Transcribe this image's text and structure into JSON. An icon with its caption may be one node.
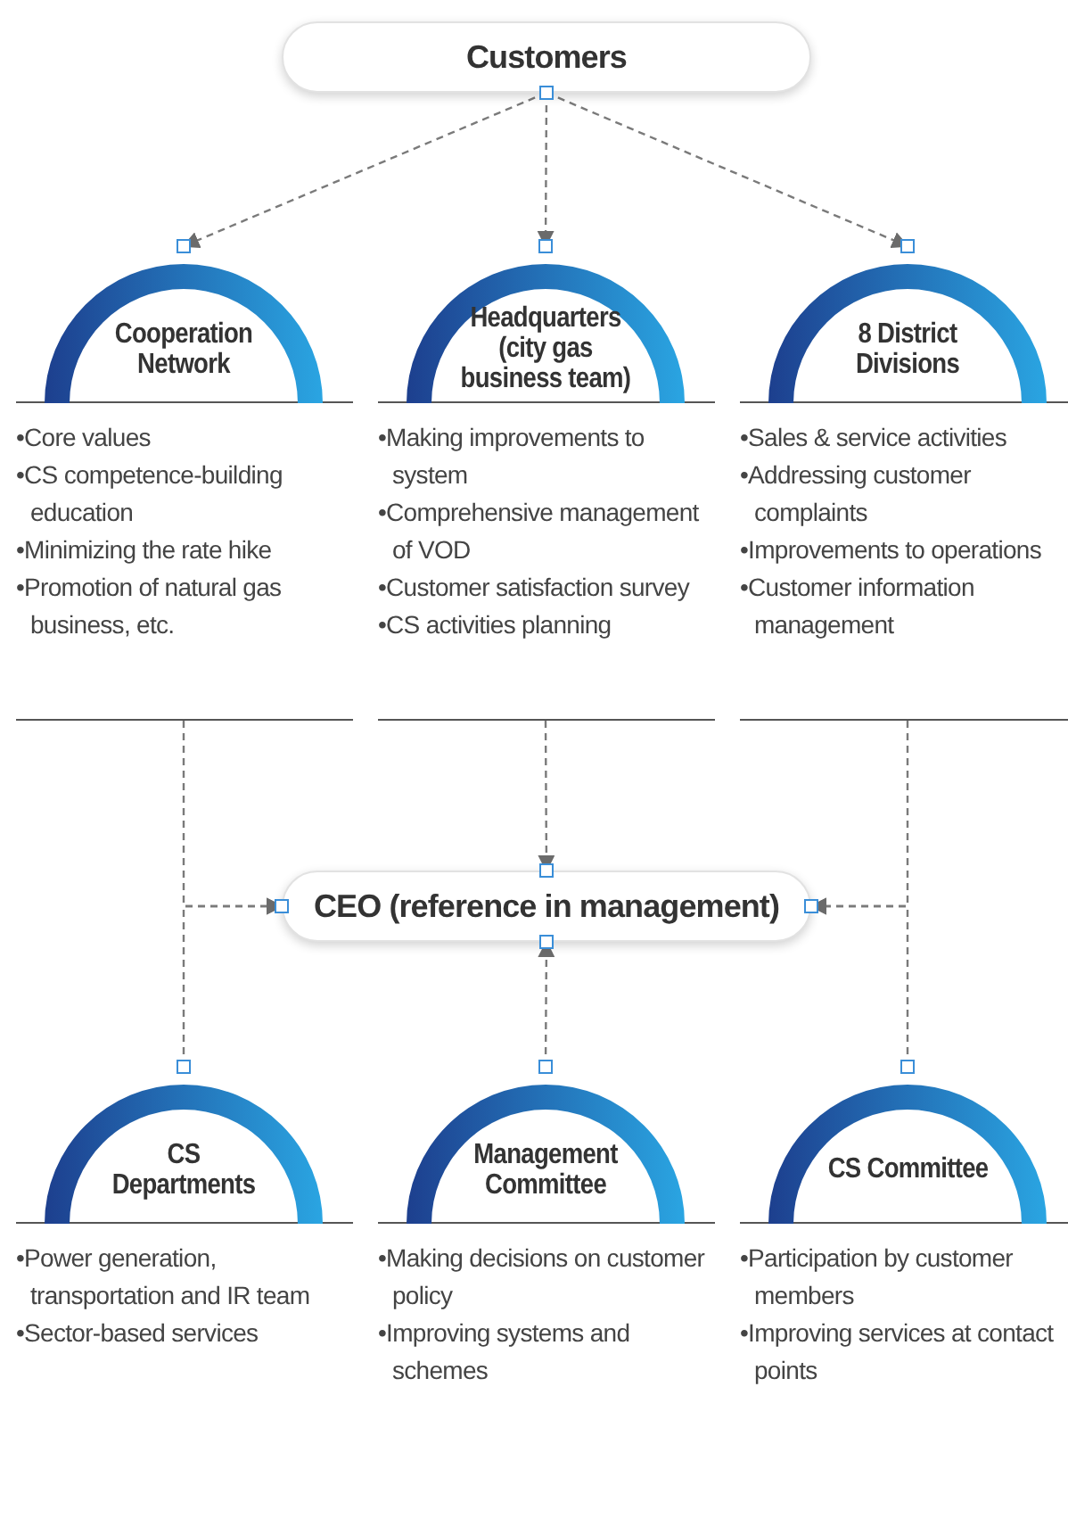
{
  "diagram": {
    "nodes": [
      {
        "text": [
          "Customers"
        ]
      },
      {
        "text": [
          "Cooperation Network",
          "•Core values",
          "•CS competence-building education",
          "•Minimizing the rate hike",
          "•Promotion of natural gas business, etc."
        ]
      },
      {
        "text": [
          "Headquarters (city gas business team)",
          "•Making improvements to system",
          "•Comprehensive management of VOD",
          "•Customer satisfaction survey",
          "•CS activities planning"
        ]
      },
      {
        "text": [
          "8 District Divisions",
          "•Sales & service activities",
          "•Addressing customer complaints",
          "•Improvements to operations",
          "•Customer information management"
        ]
      },
      {
        "text": [
          "CEO (reference in management)"
        ]
      },
      {
        "text": [
          "CS Departments",
          "•Power generation, transportation and IR team",
          "•Sector-based services"
        ]
      },
      {
        "text": [
          "Management Committee",
          "•Making decisions on customer policy",
          "•Improving systems and schemes"
        ]
      },
      {
        "text": [
          "CS Committee",
          "•Participation by customer members",
          "•Improving services at contact points"
        ]
      }
    ],
    "edges": [
      {
        "from": 0,
        "to": 1,
        "arrow": "to",
        "style": "dashed"
      },
      {
        "from": 0,
        "to": 2,
        "arrow": "to",
        "style": "dashed"
      },
      {
        "from": 0,
        "to": 3,
        "arrow": "to",
        "style": "dashed"
      },
      {
        "from": 1,
        "to": 4,
        "arrow": "to",
        "style": "dashed"
      },
      {
        "from": 2,
        "to": 4,
        "arrow": "to",
        "style": "dashed"
      },
      {
        "from": 3,
        "to": 4,
        "arrow": "to",
        "style": "dashed"
      },
      {
        "from": 5,
        "to": 4,
        "arrow": "to",
        "style": "dashed"
      },
      {
        "from": 6,
        "to": 4,
        "arrow": "to",
        "style": "dashed"
      },
      {
        "from": 7,
        "to": 4,
        "arrow": "to",
        "style": "dashed"
      }
    ]
  }
}
